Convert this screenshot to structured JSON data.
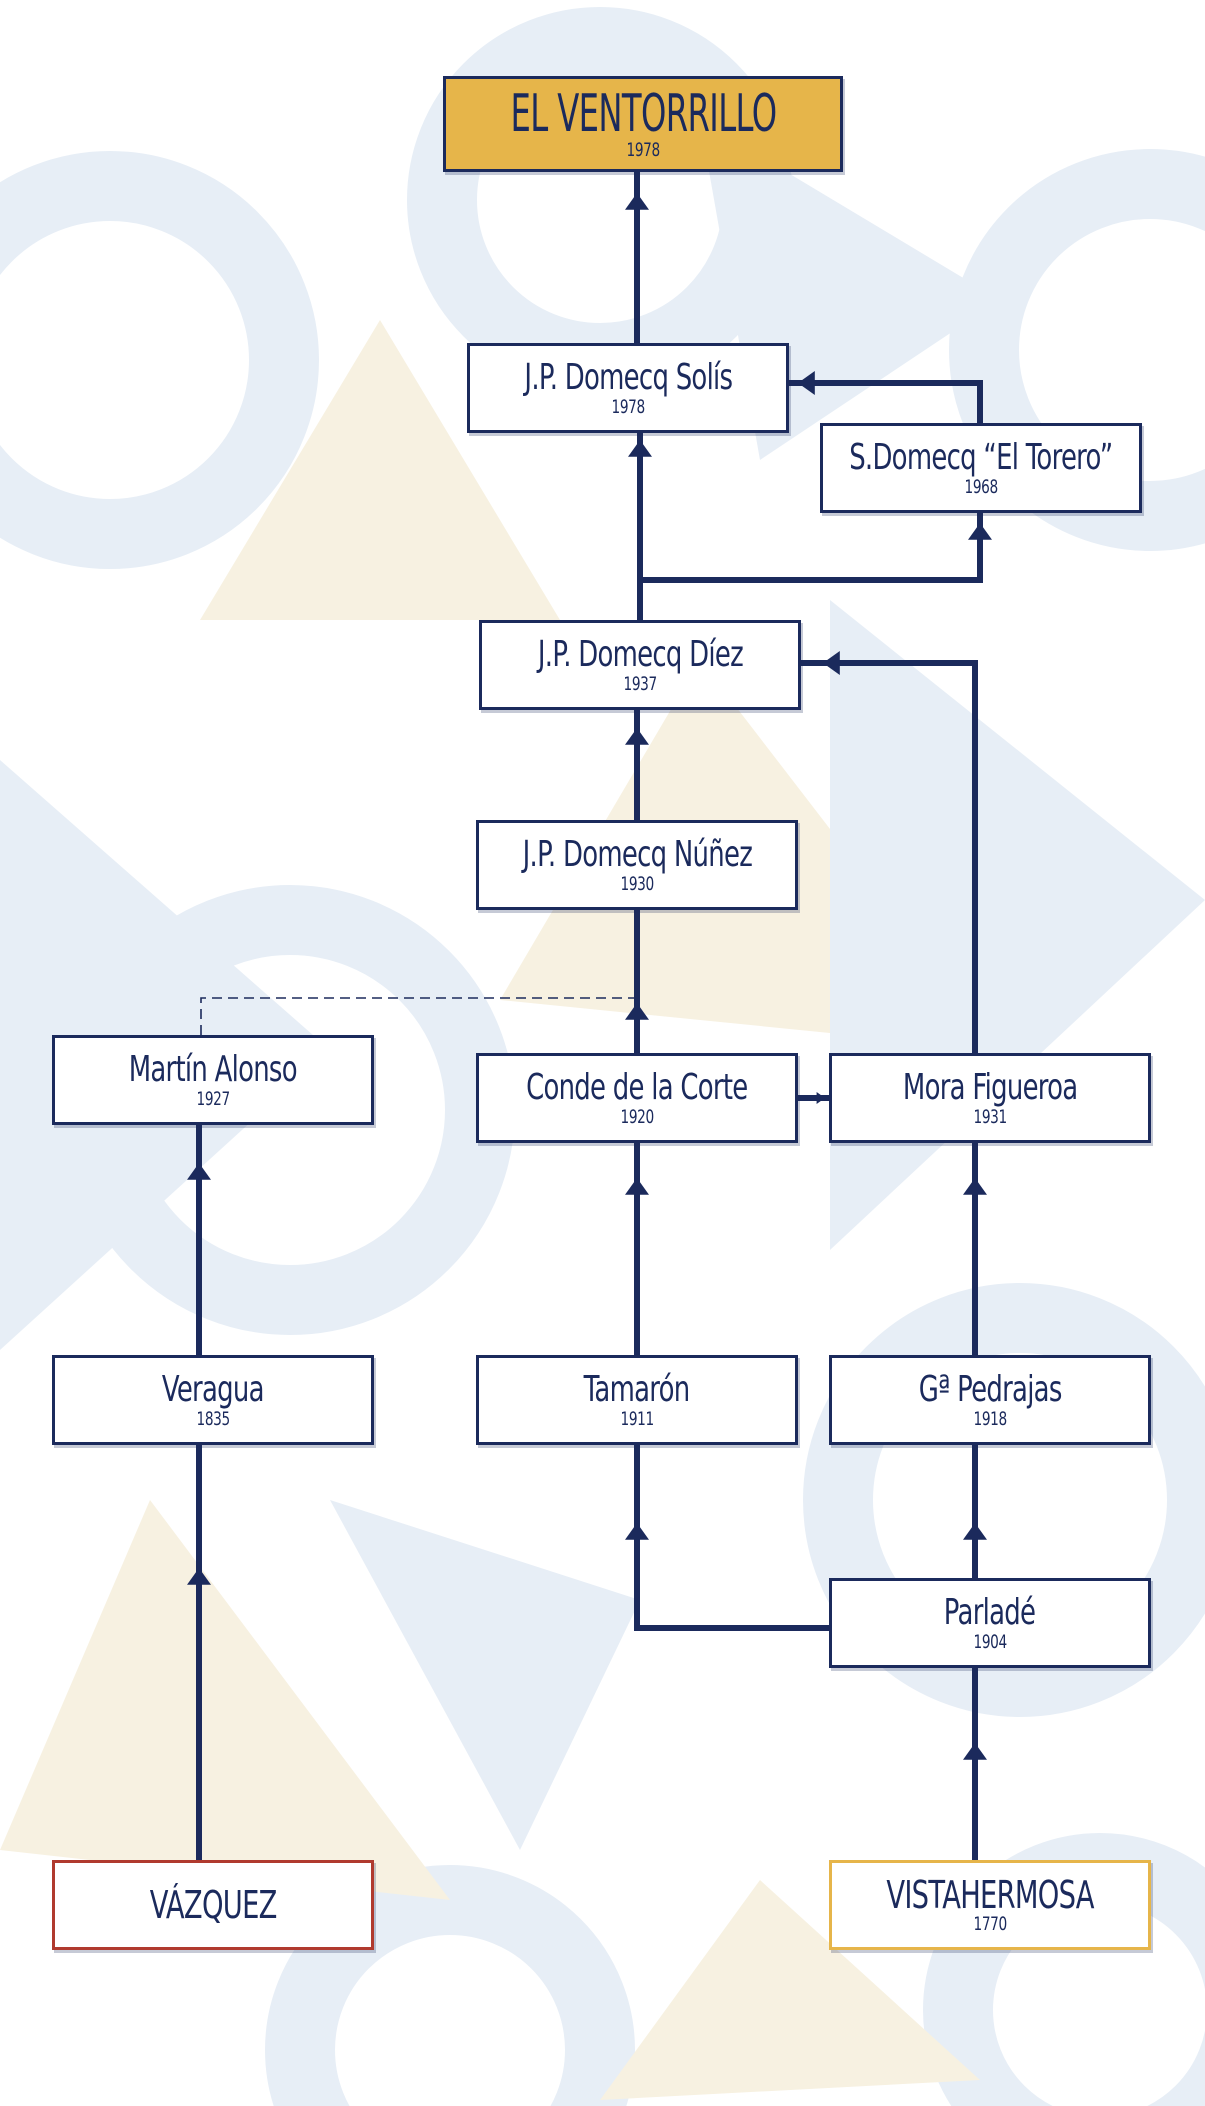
{
  "colors": {
    "navy": "#1b2a5c",
    "gold": "#e6b54a",
    "red": "#b03a2e",
    "bg_blue": "#e7eef6",
    "bg_cream": "#f7f1e1"
  },
  "nodes": [
    {
      "id": "ventorrillo",
      "name": "EL VENTORRILLO",
      "year": "1978",
      "style": "root"
    },
    {
      "id": "jp-domecq-solis",
      "name": "J.P. Domecq Solís",
      "year": "1978",
      "style": "normal"
    },
    {
      "id": "s-domecq-el-torero",
      "name": "S.Domecq “El Torero”",
      "year": "1968",
      "style": "normal"
    },
    {
      "id": "jp-domecq-diez",
      "name": "J.P. Domecq Díez",
      "year": "1937",
      "style": "normal"
    },
    {
      "id": "jp-domecq-nunez",
      "name": "J.P. Domecq Núñez",
      "year": "1930",
      "style": "normal"
    },
    {
      "id": "martin-alonso",
      "name": "Martín Alonso",
      "year": "1927",
      "style": "normal"
    },
    {
      "id": "conde-de-la-corte",
      "name": "Conde de la Corte",
      "year": "1920",
      "style": "normal"
    },
    {
      "id": "mora-figueroa",
      "name": "Mora Figueroa",
      "year": "1931",
      "style": "normal"
    },
    {
      "id": "veragua",
      "name": "Veragua",
      "year": "1835",
      "style": "normal"
    },
    {
      "id": "tamaron",
      "name": "Tamarón",
      "year": "1911",
      "style": "normal"
    },
    {
      "id": "ga-pedrajas",
      "name": "Gª Pedrajas",
      "year": "1918",
      "style": "normal"
    },
    {
      "id": "parlade",
      "name": "Parladé",
      "year": "1904",
      "style": "normal"
    },
    {
      "id": "vazquez",
      "name": "VÁZQUEZ",
      "year": "",
      "style": "src-red"
    },
    {
      "id": "vistahermosa",
      "name": "VISTAHERMOSA",
      "year": "1770",
      "style": "src-gold"
    }
  ],
  "links": [
    {
      "from": "jp-domecq-solis",
      "to": "ventorrillo",
      "style": "solid"
    },
    {
      "from": "jp-domecq-diez",
      "to": "jp-domecq-solis",
      "style": "solid"
    },
    {
      "from": "jp-domecq-diez",
      "to": "s-domecq-el-torero",
      "style": "solid"
    },
    {
      "from": "s-domecq-el-torero",
      "to": "jp-domecq-solis",
      "style": "solid"
    },
    {
      "from": "jp-domecq-nunez",
      "to": "jp-domecq-diez",
      "style": "solid"
    },
    {
      "from": "mora-figueroa",
      "to": "jp-domecq-diez",
      "style": "solid"
    },
    {
      "from": "conde-de-la-corte",
      "to": "jp-domecq-nunez",
      "style": "solid"
    },
    {
      "from": "martin-alonso",
      "to": "jp-domecq-nunez",
      "style": "dashed"
    },
    {
      "from": "conde-de-la-corte",
      "to": "mora-figueroa",
      "style": "solid"
    },
    {
      "from": "veragua",
      "to": "martin-alonso",
      "style": "solid"
    },
    {
      "from": "tamaron",
      "to": "conde-de-la-corte",
      "style": "solid"
    },
    {
      "from": "ga-pedrajas",
      "to": "mora-figueroa",
      "style": "solid"
    },
    {
      "from": "parlade",
      "to": "tamaron",
      "style": "solid"
    },
    {
      "from": "parlade",
      "to": "ga-pedrajas",
      "style": "solid"
    },
    {
      "from": "vazquez",
      "to": "veragua",
      "style": "solid"
    },
    {
      "from": "vistahermosa",
      "to": "parlade",
      "style": "solid"
    }
  ]
}
